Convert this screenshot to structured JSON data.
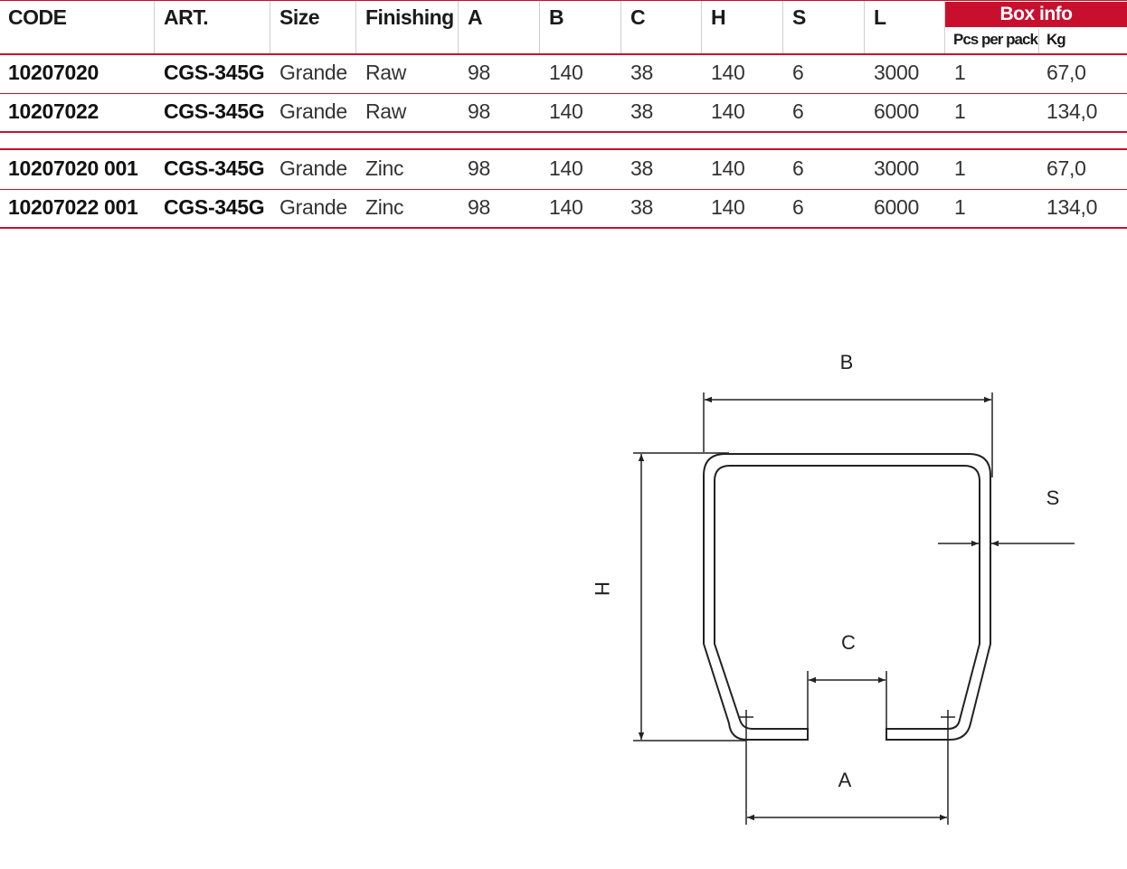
{
  "table": {
    "headers": {
      "code": "CODE",
      "art": "ART.",
      "size": "Size",
      "finishing": "Finishing",
      "a": "A",
      "b": "B",
      "c": "C",
      "h": "H",
      "s": "S",
      "l": "L",
      "box_info": "Box info",
      "pcs_per_pack": "Pcs per pack",
      "kg": "Kg"
    },
    "rows": [
      {
        "code": "10207020",
        "art": "CGS-345G",
        "size": "Grande",
        "finishing": "Raw",
        "a": "98",
        "b": "140",
        "c": "38",
        "h": "140",
        "s": "6",
        "l": "3000",
        "pcs": "1",
        "kg": "67,0"
      },
      {
        "code": "10207022",
        "art": "CGS-345G",
        "size": "Grande",
        "finishing": "Raw",
        "a": "98",
        "b": "140",
        "c": "38",
        "h": "140",
        "s": "6",
        "l": "6000",
        "pcs": "1",
        "kg": "134,0"
      },
      {
        "code": "10207020 001",
        "art": "CGS-345G",
        "size": "Grande",
        "finishing": "Zinc",
        "a": "98",
        "b": "140",
        "c": "38",
        "h": "140",
        "s": "6",
        "l": "3000",
        "pcs": "1",
        "kg": "67,0"
      },
      {
        "code": "10207022 001",
        "art": "CGS-345G",
        "size": "Grande",
        "finishing": "Zinc",
        "a": "98",
        "b": "140",
        "c": "38",
        "h": "140",
        "s": "6",
        "l": "6000",
        "pcs": "1",
        "kg": "134,0"
      }
    ]
  },
  "drawing": {
    "labels": {
      "b": "B",
      "h": "H",
      "s": "S",
      "c": "C",
      "a": "A"
    }
  },
  "colors": {
    "accent": "#c8102e",
    "text": "#1a1a1a"
  }
}
